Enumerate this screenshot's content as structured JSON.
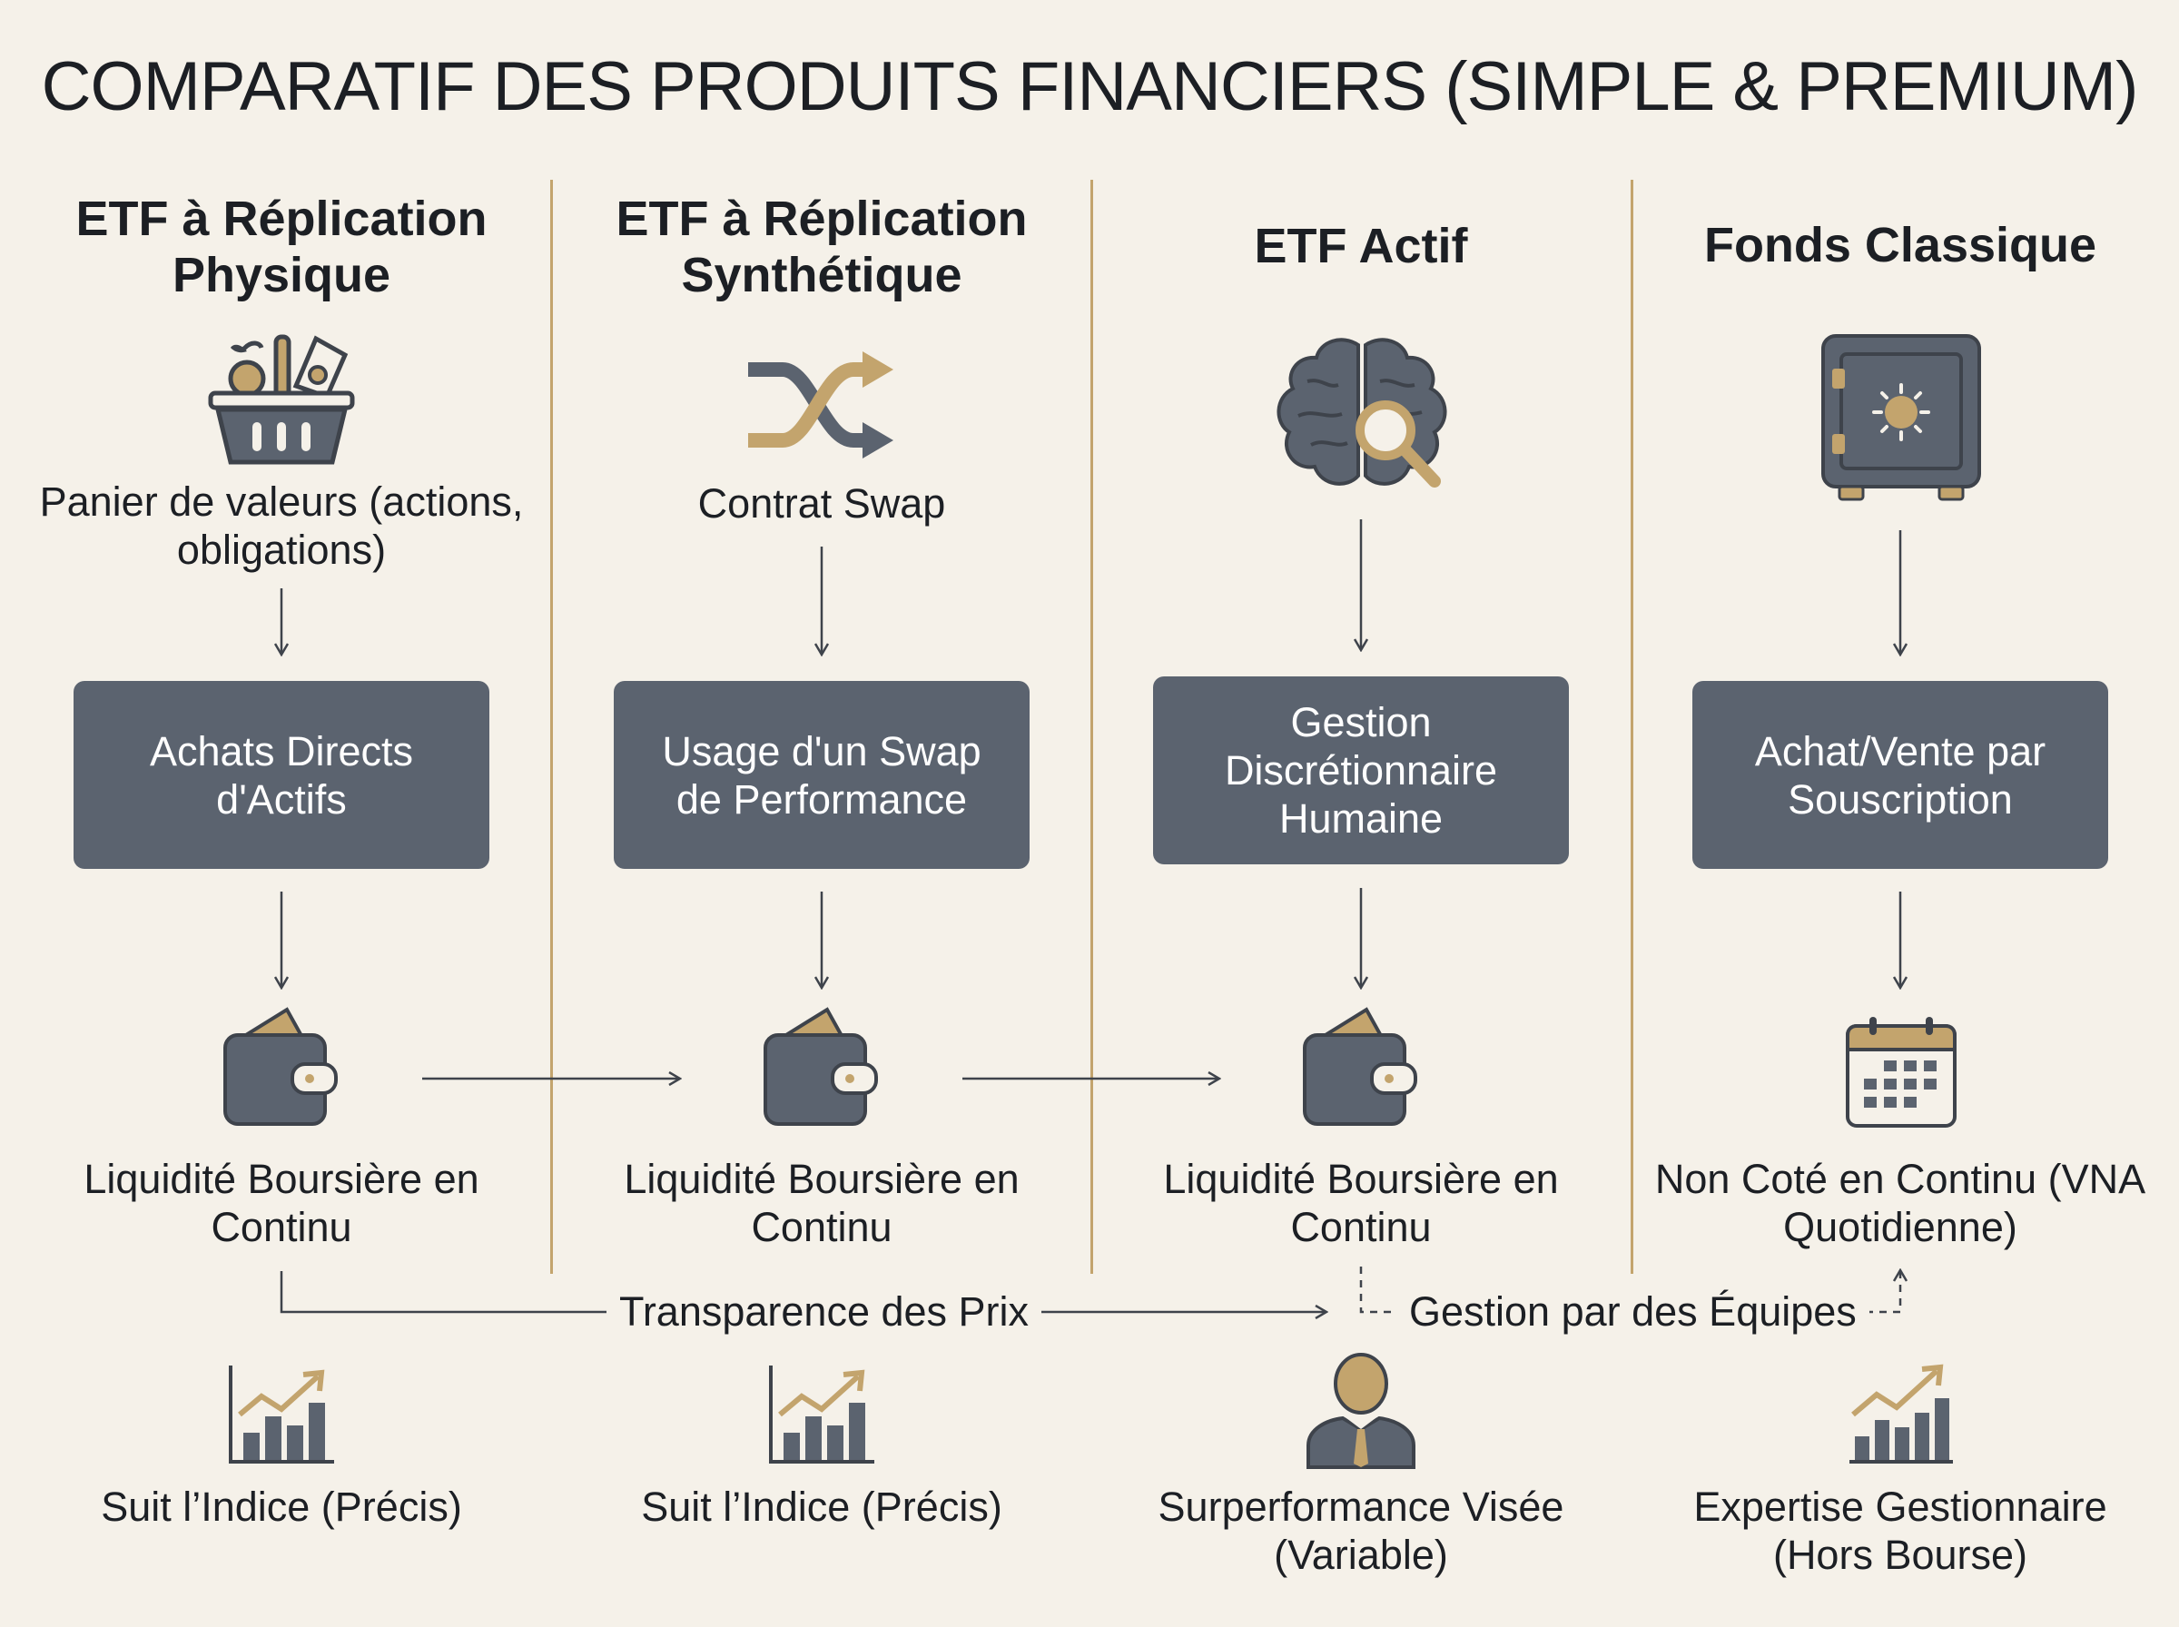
{
  "title": "COMPARATIF DES PRODUITS FINANCIERS (SIMPLE & PREMIUM)",
  "colors": {
    "background": "#f5f1e9",
    "slate": "#5b636f",
    "gold": "#c3a46d",
    "ink": "#1c1f24"
  },
  "columns": [
    {
      "title": "ETF à Réplication Physique",
      "top_icon": "basket-icon",
      "top_label": "Panier de valeurs (actions, obligations)",
      "box": "Achats Directs d'Actifs",
      "mid_icon": "wallet-icon",
      "mid_label": "Liquidité Boursière en Continu",
      "bottom_icon": "bar-chart-up-icon",
      "bottom_label": "Suit l’Indice (Précis)"
    },
    {
      "title": "ETF à Réplication Synthétique",
      "top_icon": "shuffle-arrows-icon",
      "top_label": "Contrat Swap",
      "box": "Usage d'un Swap de Performance",
      "mid_icon": "wallet-icon",
      "mid_label": "Liquidité Boursière en Continu",
      "bottom_icon": "bar-chart-up-icon",
      "bottom_label": "Suit l’Indice (Précis)"
    },
    {
      "title": "ETF Actif",
      "top_icon": "brain-magnifier-icon",
      "top_label": "",
      "box": "Gestion Discrétionnaire Humaine",
      "mid_icon": "wallet-icon",
      "mid_label": "Liquidité Boursière en Continu",
      "bottom_icon": "manager-person-icon",
      "bottom_label": "Surperformance Visée (Variable)"
    },
    {
      "title": "Fonds Classique",
      "top_icon": "safe-vault-icon",
      "top_label": "",
      "box": "Achat/Vente par Souscription",
      "mid_icon": "calendar-icon",
      "mid_label": "Non Coté en Continu (VNA Quotidienne)",
      "bottom_icon": "bar-chart-up-icon",
      "bottom_label": "Expertise Gestionnaire (Hors Bourse)"
    }
  ],
  "connectors": {
    "price_transparency": "Transparence des Prix",
    "team_management": "Gestion par des Équipes"
  }
}
